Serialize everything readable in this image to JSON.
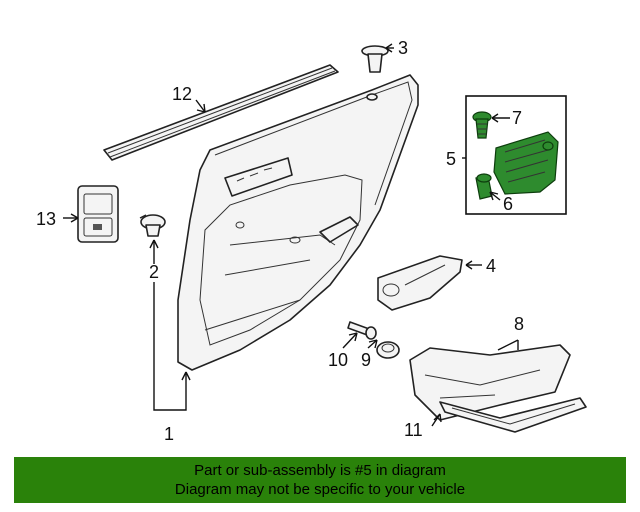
{
  "callouts": {
    "c1": "1",
    "c2": "2",
    "c3": "3",
    "c4": "4",
    "c5": "5",
    "c6": "6",
    "c7": "7",
    "c8": "8",
    "c9": "9",
    "c10": "10",
    "c11": "11",
    "c12": "12",
    "c13": "13"
  },
  "banner": {
    "line1": "Part or sub-assembly is #5 in diagram",
    "line2": "Diagram may not be specific to your vehicle"
  },
  "colors": {
    "highlight": "#2e8b2e",
    "banner": "#2a820a"
  }
}
